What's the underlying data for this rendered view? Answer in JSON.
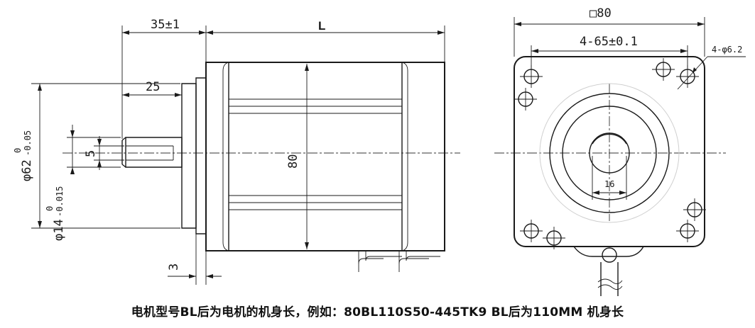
{
  "side_view": {
    "dims": {
      "flange_offset": "35±1",
      "body_length": "L",
      "shaft_length": "25",
      "flat_width": "5",
      "pilot_tol_upper": "0",
      "pilot_tol_lower": "-0.05",
      "pilot_dia": "φ62",
      "shaft_tol_upper": "0",
      "shaft_tol_lower": "-0.015",
      "shaft_dia": "φ14",
      "flange_thickness": "3",
      "body_height": "80"
    }
  },
  "front_view": {
    "dims": {
      "square_size": "□80",
      "bolt_spacing": "4-65±0.1",
      "hole_spec": "4-φ6.2",
      "shaft_flat": "16"
    }
  },
  "caption": "电机型号BL后为电机的机身长，例如：80BL110S50-445TK9  BL后为110MM 机身长"
}
